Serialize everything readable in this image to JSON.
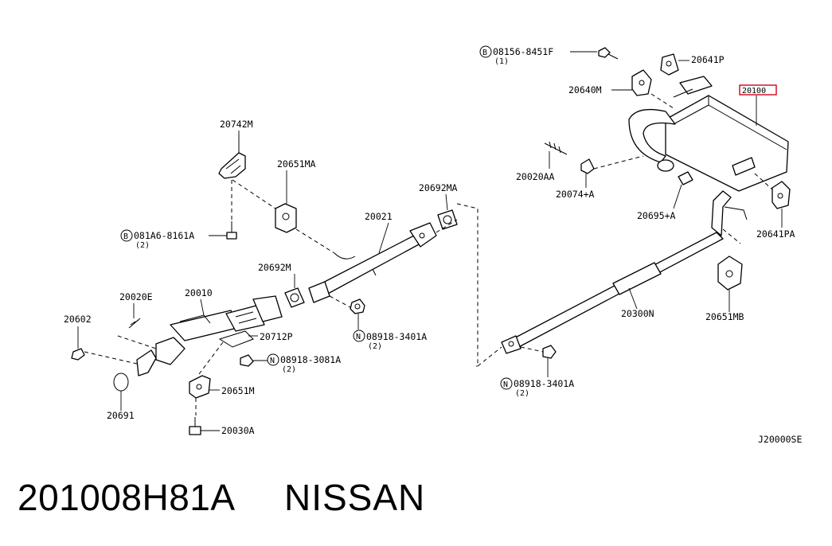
{
  "diagram_id": "J20000SE",
  "footer": {
    "part_number": "201008H81A",
    "brand": "NISSAN"
  },
  "highlight_color": "#d0021b",
  "labels": {
    "p20742M": "20742M",
    "p20651MA": "20651MA",
    "p081A6": "081A6-8161A",
    "p081A6_qty": "(2)",
    "p20021": "20021",
    "p20692MA": "20692MA",
    "p20692M": "20692M",
    "p08918a": "08918-3401A",
    "p08918a_qty": "(2)",
    "p20020E": "20020E",
    "p20010": "20010",
    "p20602": "20602",
    "p20712P": "20712P",
    "p08918b": "08918-3081A",
    "p08918b_qty": "(2)",
    "p20651M": "20651M",
    "p20691": "20691",
    "p20030A": "20030A",
    "p08156": "08156-8451F",
    "p08156_qty": "(1)",
    "p20641P": "20641P",
    "p20640M": "20640M",
    "p20100": "20100",
    "p20020AA": "20020AA",
    "p20074A": "20074+A",
    "p20695A": "20695+A",
    "p20641PA": "20641PA",
    "p20651MB": "20651MB",
    "p20300N": "20300N",
    "p08918c": "08918-3401A",
    "p08918c_qty": "(2)",
    "mark_B": "B",
    "mark_N": "N"
  }
}
